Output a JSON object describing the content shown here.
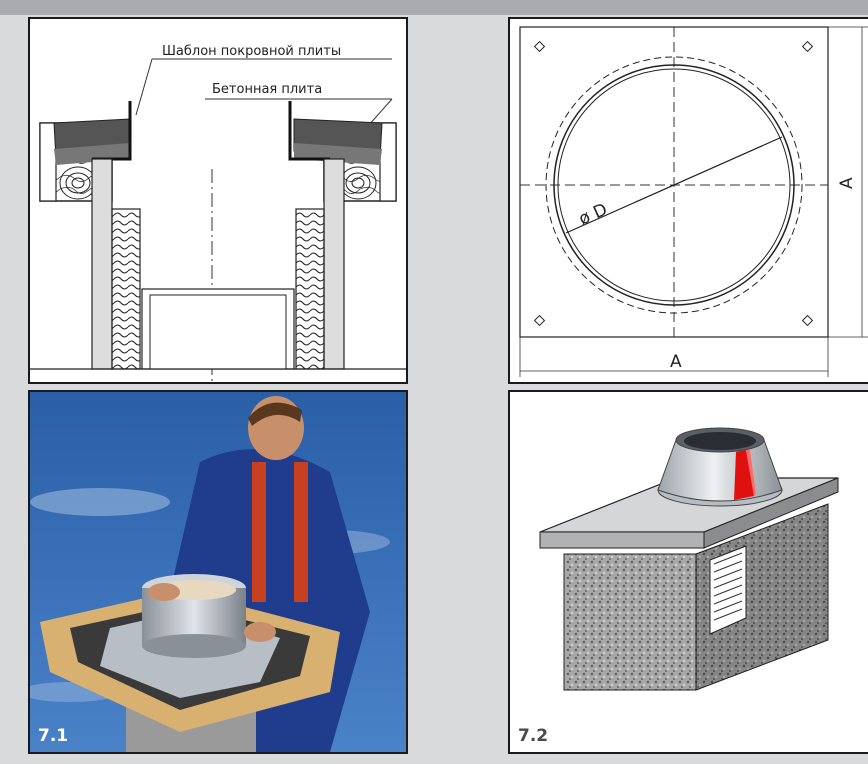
{
  "figure_top": {
    "label_template": "Шаблон покровной плиты",
    "label_slab": "Бетонная плита"
  },
  "figure_plan": {
    "diameter_label": "ø D",
    "width_label": "A",
    "height_label": "A"
  },
  "photo": {
    "caption": "7.1"
  },
  "figure_3d": {
    "caption": "7.2"
  },
  "colors": {
    "frame": "#1a1a1a",
    "background": "#d9dadc",
    "sky": "#3a6fb4",
    "accent_red": "#e01010"
  }
}
